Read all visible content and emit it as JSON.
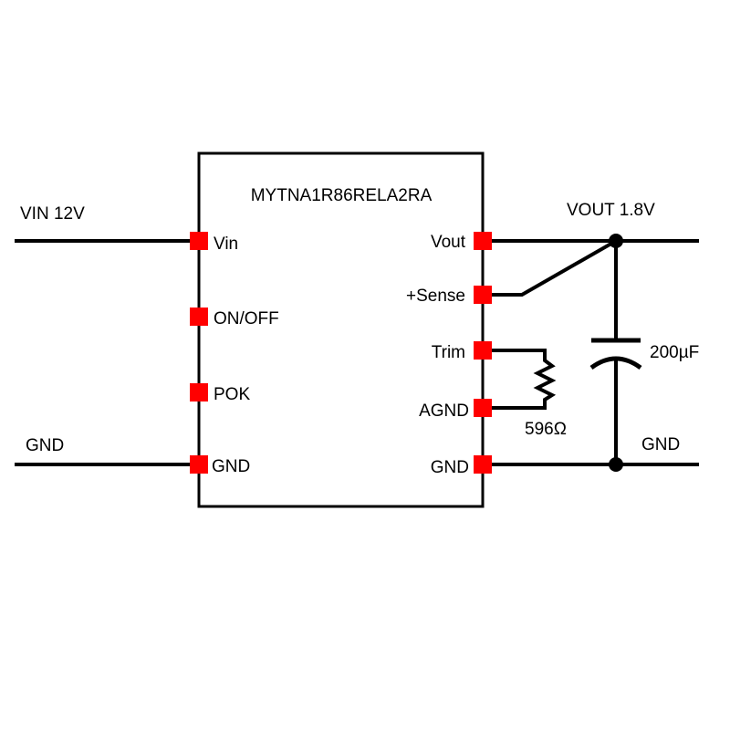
{
  "chip": {
    "part_number": "MYTNA1R86RELA2RA",
    "left_pins": [
      "Vin",
      "ON/OFF",
      "POK",
      "GND"
    ],
    "right_pins": [
      "Vout",
      "+Sense",
      "Trim",
      "AGND",
      "GND"
    ]
  },
  "nets": {
    "vin": "VIN 12V",
    "gnd_left": "GND",
    "vout": "VOUT 1.8V",
    "gnd_right": "GND"
  },
  "components": {
    "resistor": "596Ω",
    "capacitor": "200µF"
  },
  "colors": {
    "wire": "#000000",
    "pin_pad": "#ff0000",
    "background": "#ffffff"
  }
}
